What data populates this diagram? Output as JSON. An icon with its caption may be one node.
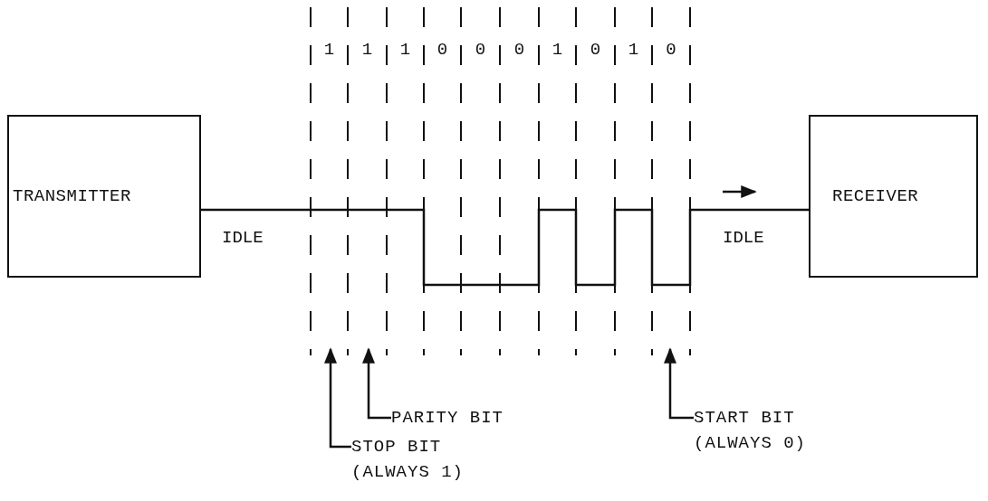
{
  "diagram": {
    "nodes": [
      {
        "text": [
          "TRANSMITTER"
        ]
      },
      {
        "text": [
          "RECEIVER"
        ]
      },
      {
        "text": [
          "PARITY BIT"
        ]
      },
      {
        "text": [
          "START BIT (ALWAYS 0)"
        ]
      },
      {
        "text": [
          "STOP BIT (ALWAYS 1)"
        ]
      }
    ],
    "edges": [
      {
        "from": 0,
        "to": 1,
        "arrow": "none"
      },
      {
        "from": 2,
        "to": null,
        "arrow": "to"
      },
      {
        "from": 3,
        "to": null,
        "arrow": "to"
      },
      {
        "from": 4,
        "to": null,
        "arrow": "to"
      }
    ],
    "labels": [
      "1",
      "1",
      "1",
      "0",
      "0",
      "0",
      "1",
      "0",
      "1",
      "0",
      "IDLE",
      "IDLE"
    ]
  }
}
